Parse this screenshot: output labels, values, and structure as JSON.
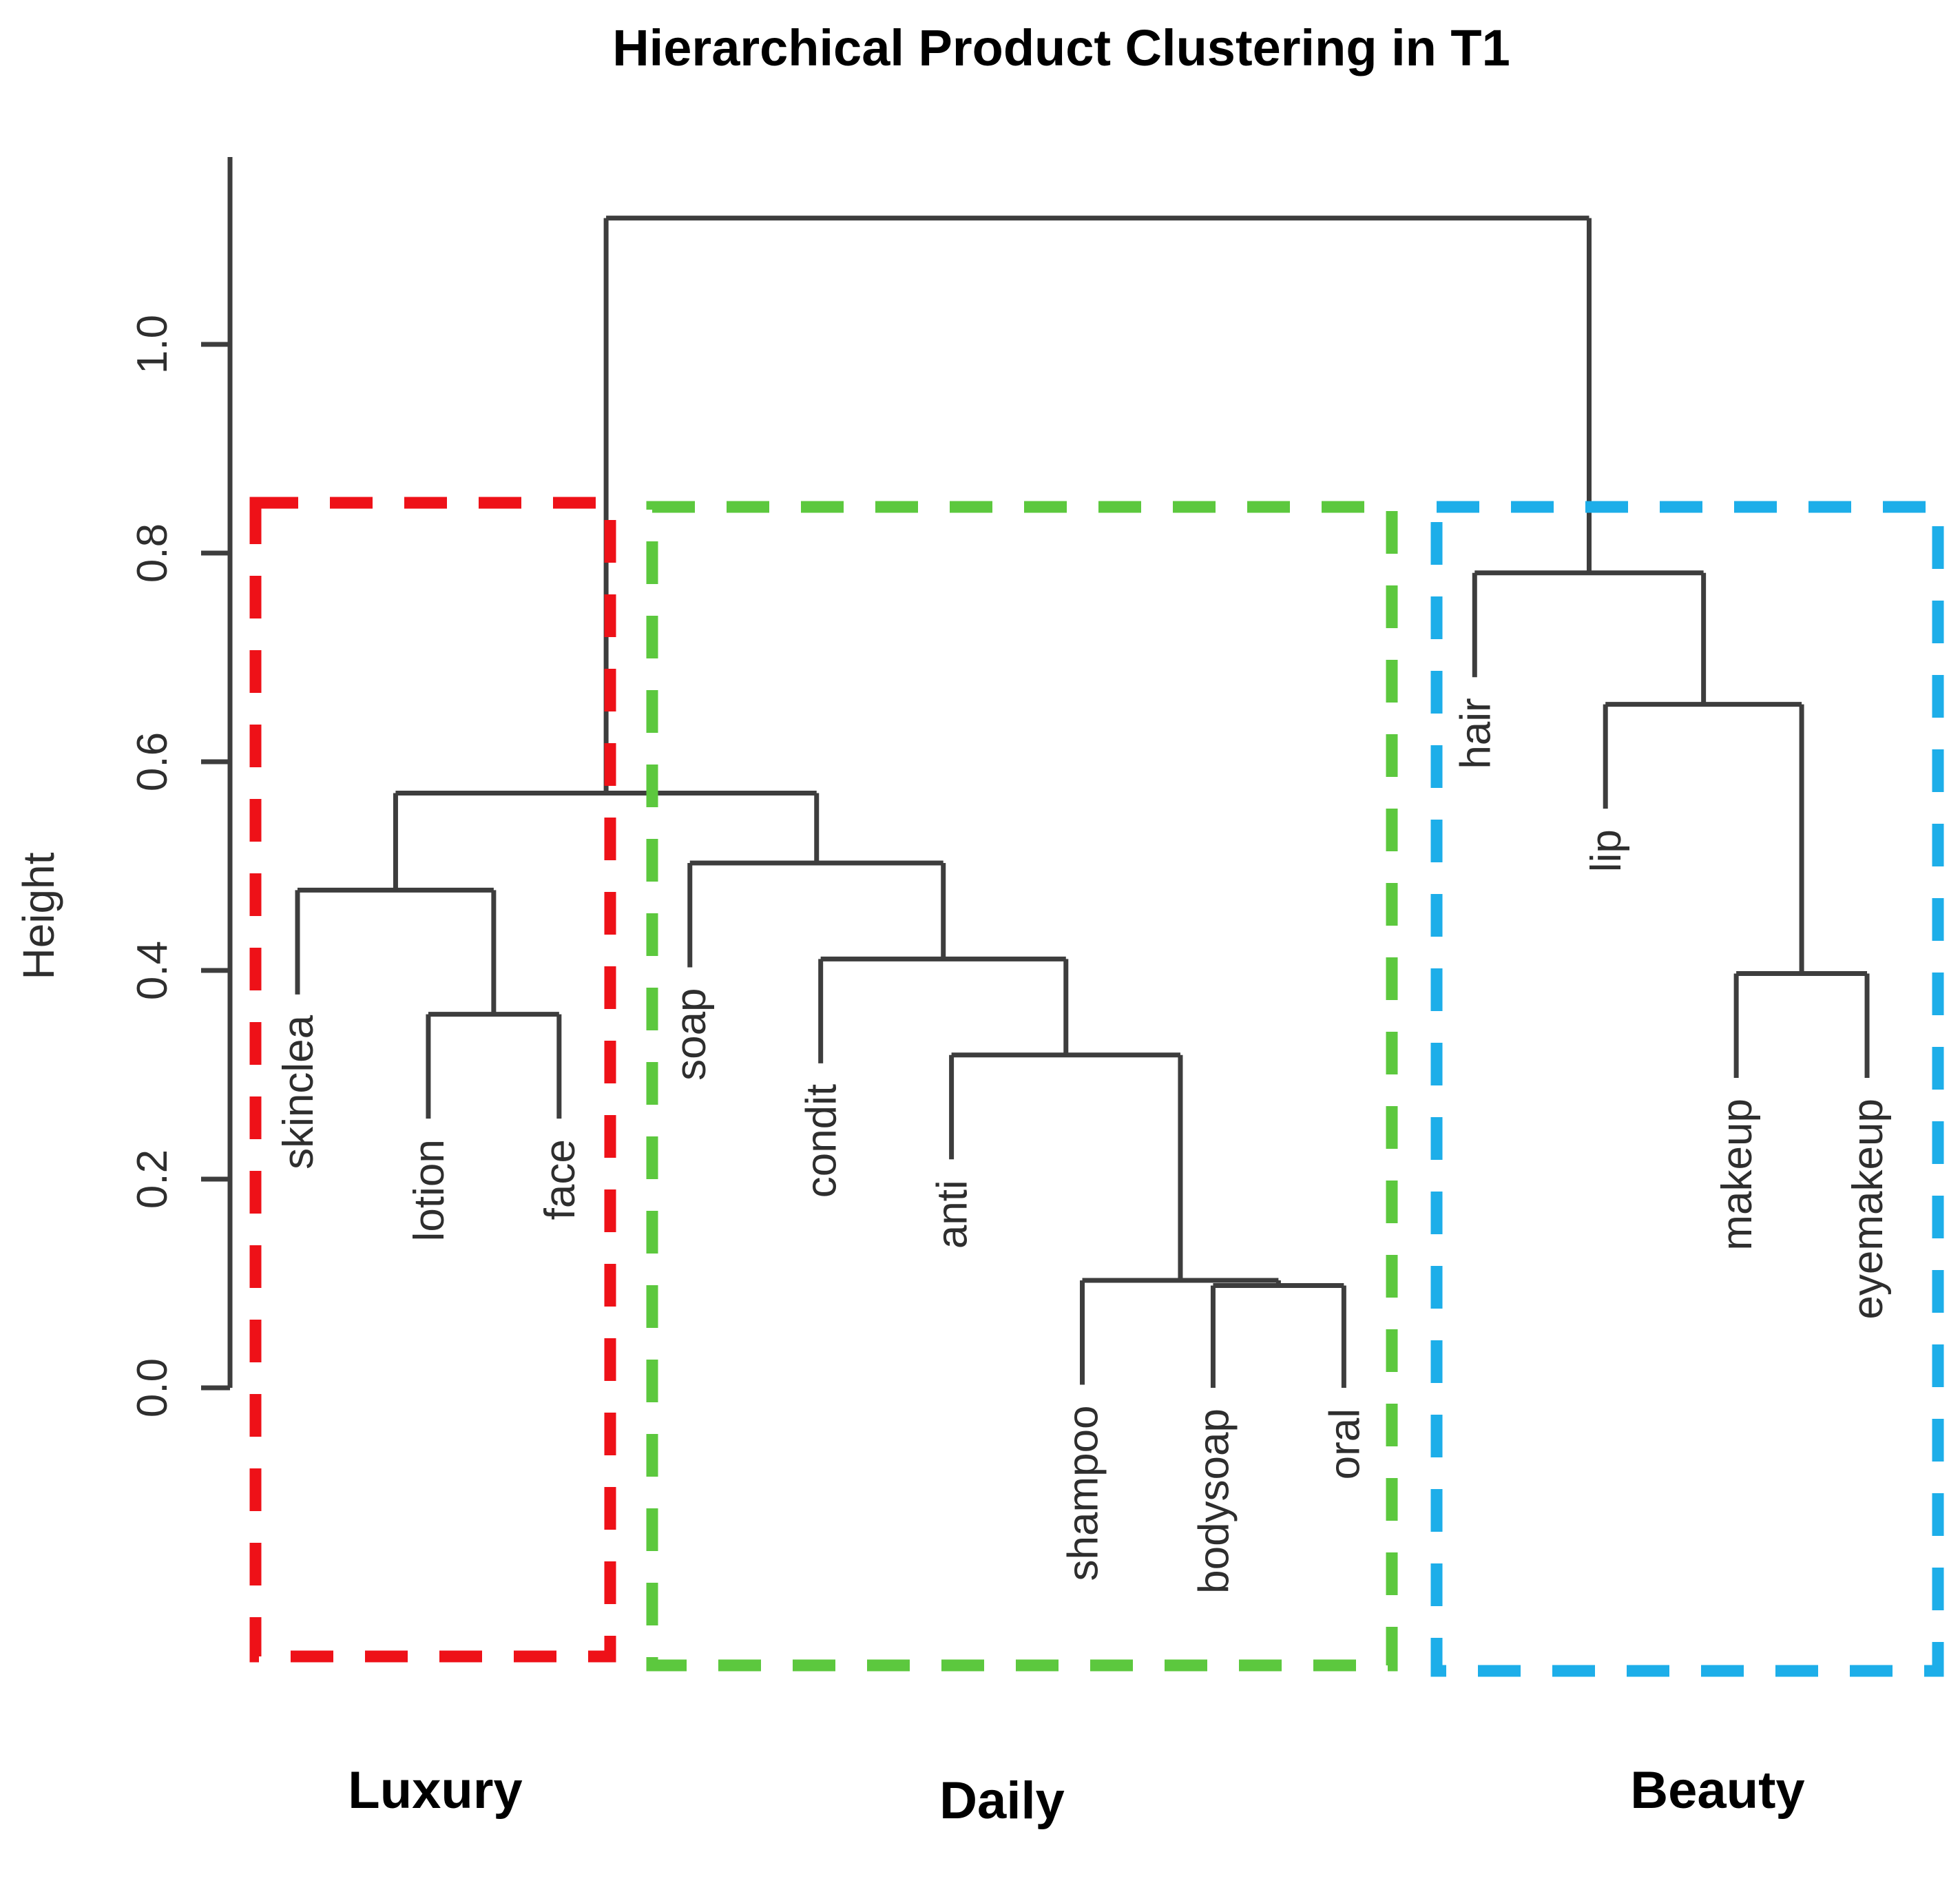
{
  "chart_data": {
    "type": "dendrogram",
    "title": "Hierarchical Product Clustering in T1",
    "ylabel": "Height",
    "yticks": [
      0.0,
      0.2,
      0.4,
      0.6,
      0.8,
      1.0
    ],
    "ylim": [
      0.0,
      1.16
    ],
    "grid": false,
    "hang": 0.1,
    "leaves": [
      "skinclea",
      "lotion",
      "face",
      "soap",
      "condit",
      "anti",
      "shampoo",
      "bodysoap",
      "oral",
      "hair",
      "lip",
      "makeup",
      "eyemakeup"
    ],
    "merges": [
      {
        "id": "lotion_face",
        "children": [
          "lotion",
          "face"
        ],
        "height": 0.358
      },
      {
        "id": "luxury_top",
        "children": [
          "skinclea",
          "lotion_face"
        ],
        "height": 0.477
      },
      {
        "id": "bodysoap_oral",
        "children": [
          "bodysoap",
          "oral"
        ],
        "height": 0.098
      },
      {
        "id": "shampoo_grp",
        "children": [
          "shampoo",
          "bodysoap_oral"
        ],
        "height": 0.103
      },
      {
        "id": "anti_grp",
        "children": [
          "anti",
          "shampoo_grp"
        ],
        "height": 0.319
      },
      {
        "id": "condit_grp",
        "children": [
          "condit",
          "anti_grp"
        ],
        "height": 0.411
      },
      {
        "id": "daily_top",
        "children": [
          "soap",
          "condit_grp"
        ],
        "height": 0.503
      },
      {
        "id": "lux_daily",
        "children": [
          "luxury_top",
          "daily_top"
        ],
        "height": 0.57
      },
      {
        "id": "makeup_eye",
        "children": [
          "makeup",
          "eyemakeup"
        ],
        "height": 0.397
      },
      {
        "id": "lip_grp",
        "children": [
          "lip",
          "makeup_eye"
        ],
        "height": 0.655
      },
      {
        "id": "beauty_top",
        "children": [
          "hair",
          "lip_grp"
        ],
        "height": 0.781
      },
      {
        "id": "root",
        "children": [
          "lux_daily",
          "beauty_top"
        ],
        "height": 1.121
      }
    ],
    "clusters": [
      {
        "label": "Luxury",
        "color": "#ee1118",
        "x1": 371,
        "x2": 886,
        "y1": 730,
        "y2": 2405,
        "label_x": 632,
        "label_y": 2625
      },
      {
        "label": "Daily",
        "color": "#5cc83e",
        "x1": 947,
        "x2": 2021,
        "y1": 736,
        "y2": 2418,
        "label_x": 1455,
        "label_y": 2640
      },
      {
        "label": "Beauty",
        "color": "#1daee9",
        "x1": 2086,
        "x2": 2814,
        "y1": 736,
        "y2": 2426,
        "label_x": 2494,
        "label_y": 2625
      }
    ],
    "colors": {
      "tree_line": "#3d3d3d",
      "axis_line": "#3d3d3d",
      "label_text": "#2e2e2e",
      "title_text": "#000000"
    }
  }
}
